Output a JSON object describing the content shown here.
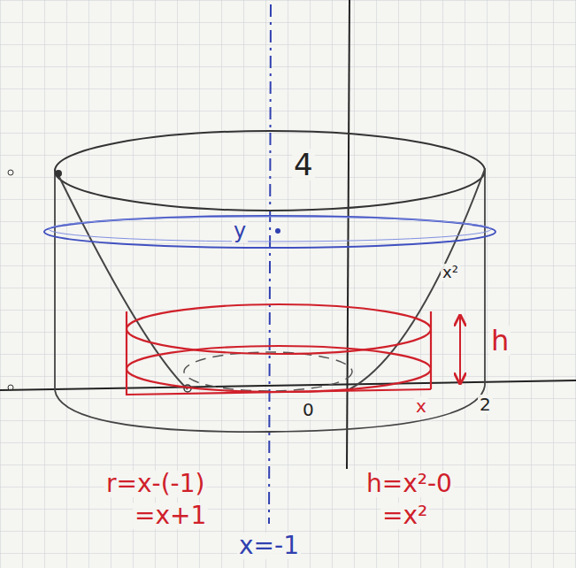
{
  "diagram": {
    "labels": [
      "4",
      "y",
      "x²",
      "h",
      "x",
      "0",
      "2",
      "r=x-(-1)",
      "=x+1",
      "h=x²-0",
      "=x²",
      "x=-1"
    ]
  }
}
